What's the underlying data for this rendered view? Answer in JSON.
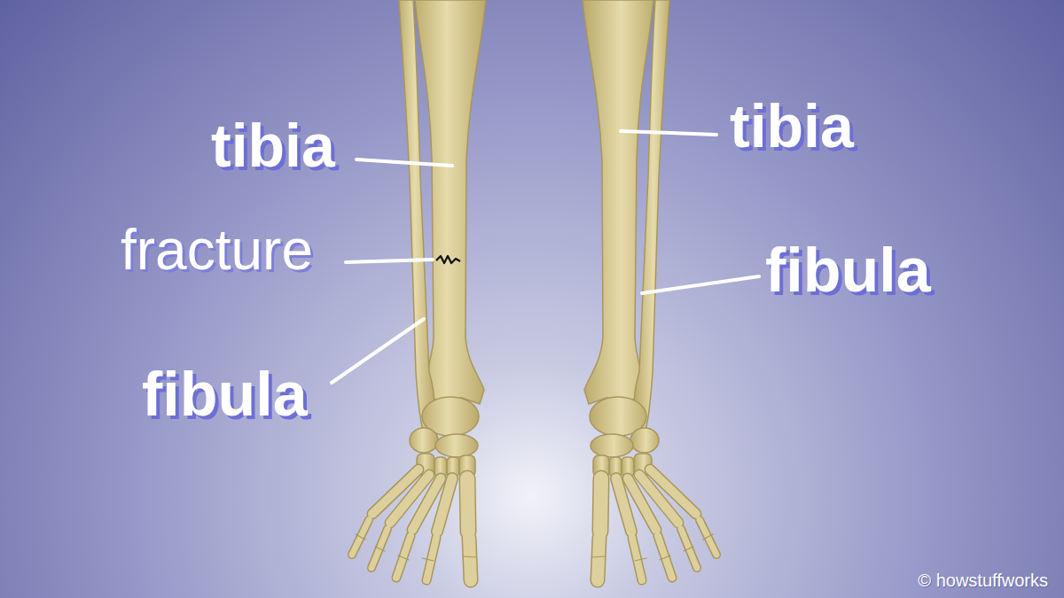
{
  "diagram": {
    "labels": [
      "tibia",
      "tibia",
      "fracture",
      "fibula",
      "fibula",
      "© howstuffworks"
    ]
  }
}
